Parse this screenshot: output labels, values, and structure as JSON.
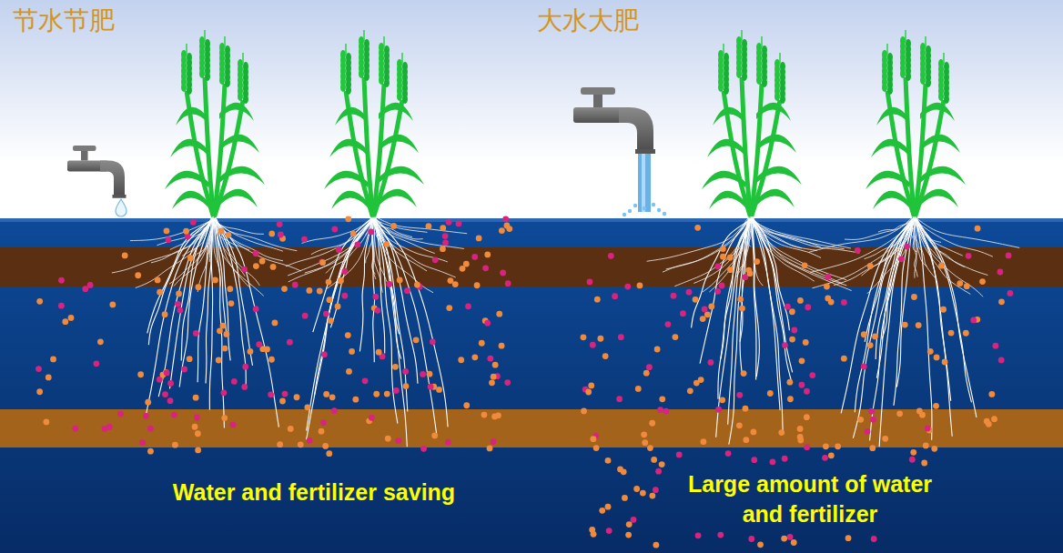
{
  "diagram": {
    "labels": [
      "节水节肥",
      "大水大肥",
      "Water and fertilizer saving",
      "Large amount of water and fertilizer"
    ]
  }
}
